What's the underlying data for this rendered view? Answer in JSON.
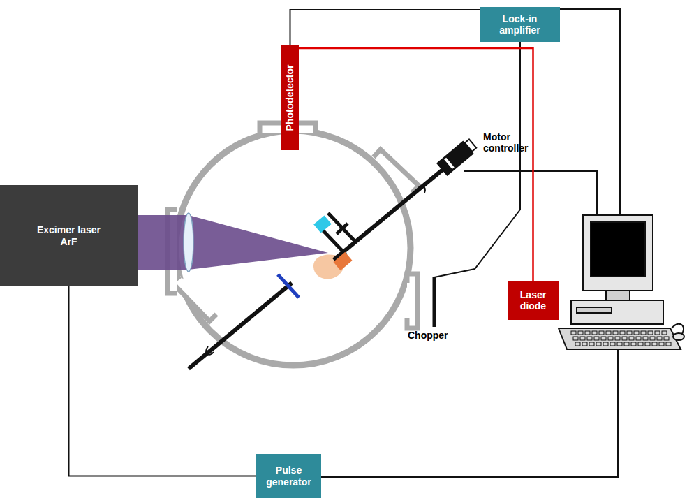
{
  "diagram": {
    "nodes": [
      {
        "text": [
          "Lock-in amplifier"
        ]
      },
      {
        "text": [
          "Photodetector"
        ]
      },
      {
        "text": [
          "Excimer laser ArF"
        ]
      },
      {
        "text": [
          "Laser diode"
        ]
      },
      {
        "text": [
          "Pulse generator"
        ]
      }
    ],
    "edges": [
      {
        "from": 1,
        "to": 0,
        "arrow": "none"
      },
      {
        "from": 2,
        "to": 4,
        "arrow": "none"
      },
      {
        "from": 3,
        "to": 1,
        "arrow": "none"
      }
    ],
    "labels": [
      "Motor controller",
      "Chopper"
    ]
  }
}
